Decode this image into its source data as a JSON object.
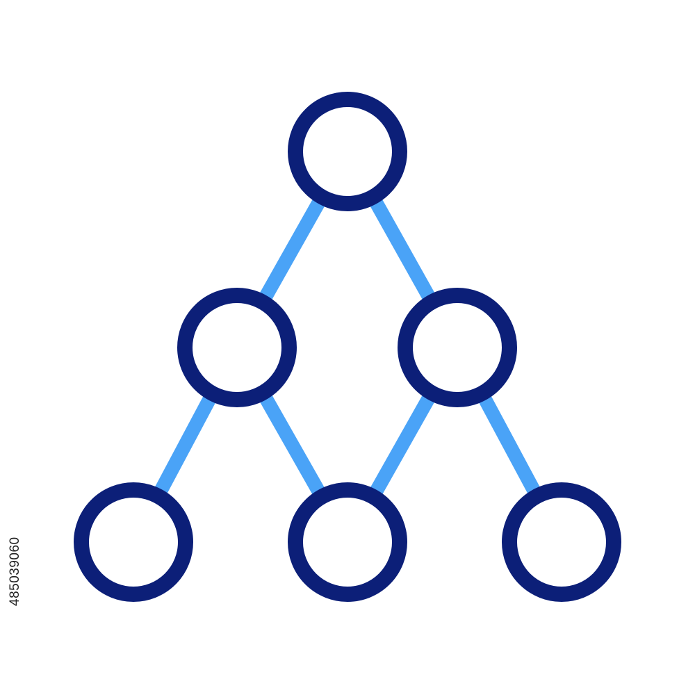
{
  "icon": {
    "name": "hierarchy-network-icon",
    "colors": {
      "node_stroke": "#0c1f78",
      "edge_stroke": "#4aa3f7",
      "node_fill": "#ffffff",
      "background": "#ffffff"
    },
    "nodes": [
      {
        "id": "root"
      },
      {
        "id": "mid-left"
      },
      {
        "id": "mid-right"
      },
      {
        "id": "bottom-left"
      },
      {
        "id": "bottom-center"
      },
      {
        "id": "bottom-right"
      }
    ],
    "edges": [
      {
        "from": "root",
        "to": "mid-left"
      },
      {
        "from": "root",
        "to": "mid-right"
      },
      {
        "from": "mid-left",
        "to": "bottom-left"
      },
      {
        "from": "mid-left",
        "to": "bottom-center"
      },
      {
        "from": "mid-right",
        "to": "bottom-center"
      },
      {
        "from": "mid-right",
        "to": "bottom-right"
      }
    ]
  },
  "stock_id": "485039060"
}
